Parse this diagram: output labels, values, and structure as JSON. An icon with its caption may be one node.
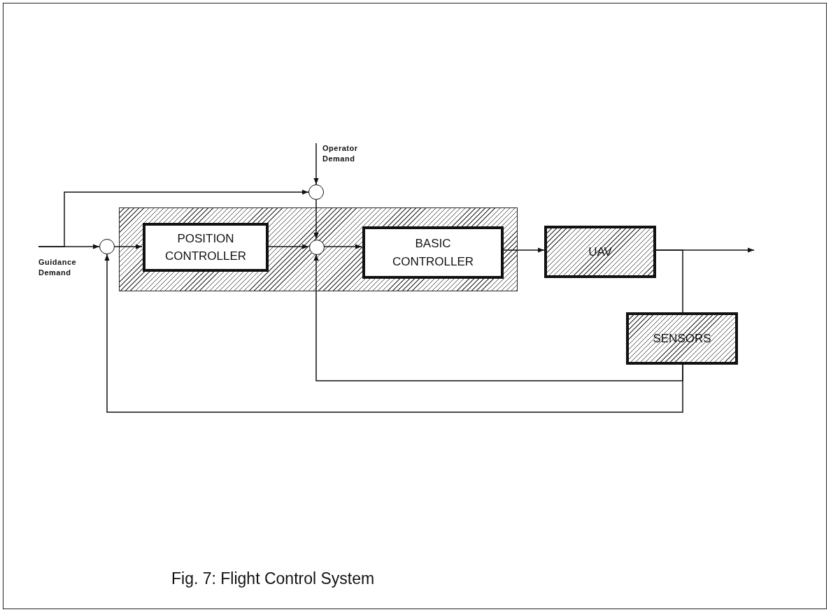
{
  "diagram": {
    "caption": "Fig. 7: Flight Control System",
    "nodes": [
      {
        "text": [],
        "shape": "box"
      },
      {
        "text": [
          "Guidance Demand"
        ]
      },
      {
        "text": [],
        "shape": "circle"
      },
      {
        "text": [],
        "shape": "circle"
      },
      {
        "text": [
          "Operator Demand"
        ]
      },
      {
        "text": [
          "POSITION CONTROLLER"
        ],
        "in": 0
      },
      {
        "text": [],
        "shape": "circle",
        "in": 0
      },
      {
        "text": [
          "BASIC CONTROLLER"
        ],
        "in": 0
      },
      {
        "text": [
          "UAV"
        ]
      },
      {
        "text": [
          "SENSORS"
        ]
      }
    ],
    "edges": [
      {
        "from": 1,
        "to": 2,
        "arrow": "to"
      },
      {
        "from": 1,
        "to": 3,
        "arrow": "to"
      },
      {
        "from": 4,
        "to": 3,
        "arrow": "to"
      },
      {
        "from": 2,
        "to": 5,
        "arrow": "to"
      },
      {
        "from": 3,
        "to": 6,
        "arrow": "to"
      },
      {
        "from": 5,
        "to": 6,
        "arrow": "to"
      },
      {
        "from": 6,
        "to": 7,
        "arrow": "to"
      },
      {
        "from": 7,
        "to": 8,
        "arrow": "to"
      },
      {
        "from": 8,
        "to": null,
        "arrow": "to"
      },
      {
        "from": 8,
        "to": 9,
        "arrow": "none"
      },
      {
        "from": 9,
        "to": 6,
        "arrow": "to"
      },
      {
        "from": 9,
        "to": 2,
        "arrow": "to"
      }
    ]
  }
}
